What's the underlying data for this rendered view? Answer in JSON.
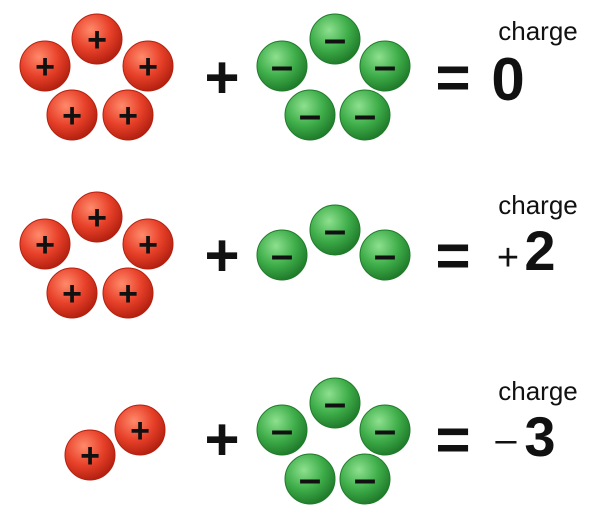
{
  "rows": [
    {
      "positive_count": 5,
      "negative_count": 5,
      "operator": "+",
      "equals": "=",
      "caption": "charge",
      "charge_sign": "",
      "charge_value": "0"
    },
    {
      "positive_count": 5,
      "negative_count": 3,
      "operator": "+",
      "equals": "=",
      "caption": "charge",
      "charge_sign": "+",
      "charge_value": "2"
    },
    {
      "positive_count": 2,
      "negative_count": 5,
      "operator": "+",
      "equals": "=",
      "caption": "charge",
      "charge_sign": "–",
      "charge_value": "3"
    }
  ],
  "particles": {
    "positive_symbol": "+",
    "negative_symbol": "–"
  },
  "colors": {
    "positive_ball": "#e8412a",
    "positive_ball_light": "#ff8a6b",
    "positive_ball_dark": "#b3200f",
    "negative_ball": "#3fae4a",
    "negative_ball_light": "#8ee08f",
    "negative_ball_dark": "#1f7a2a",
    "text": "#111111"
  }
}
